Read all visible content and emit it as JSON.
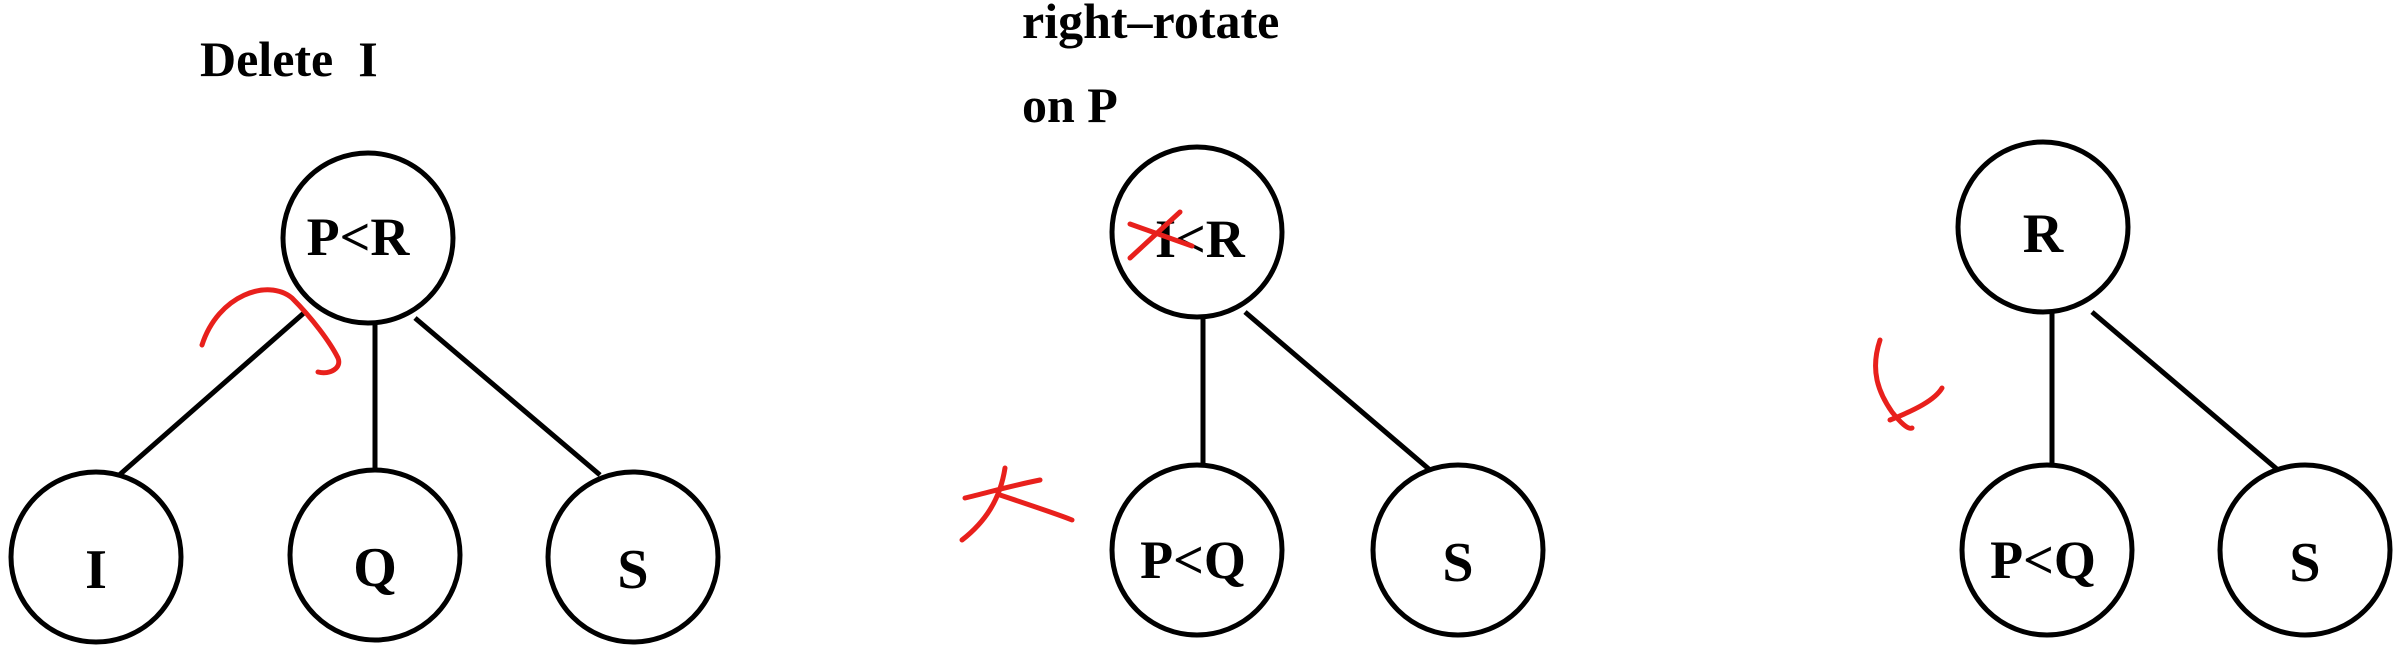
{
  "colors": {
    "ink": "#e8201c",
    "stroke": "#000000",
    "background": "#ffffff"
  },
  "panel_left": {
    "caption": "Delete  I",
    "nodes": {
      "root": "P<R",
      "left": "I",
      "middle": "Q",
      "right": "S"
    }
  },
  "panel_middle": {
    "caption_line1": "right–rotate",
    "caption_line2": "on P",
    "nodes": {
      "root_struck": "I",
      "root_rest": "<R",
      "left": "P<Q",
      "right": "S"
    }
  },
  "panel_right": {
    "nodes": {
      "root": "R",
      "left": "P<Q",
      "right": "S"
    }
  }
}
